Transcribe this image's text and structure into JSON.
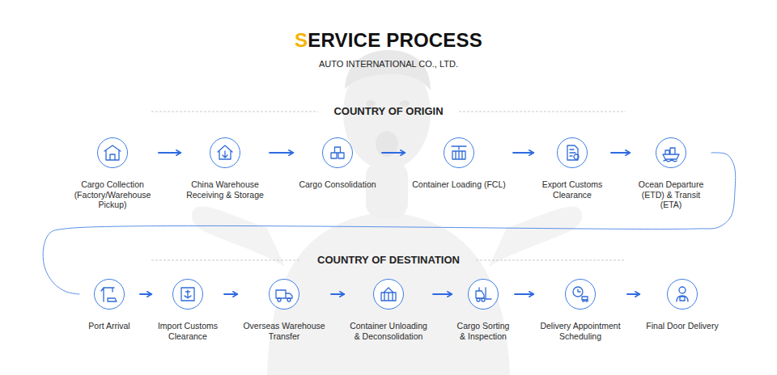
{
  "diagram": {
    "title": "SERVICE PROCESS",
    "nodes": [
      {
        "text": [
          "Cargo Collection (Factory/Warehouse Pickup)"
        ]
      },
      {
        "text": [
          "China Warehouse Receiving & Storage"
        ]
      },
      {
        "text": [
          "Cargo Consolidation"
        ]
      },
      {
        "text": [
          "Container Loading (FCL)"
        ]
      },
      {
        "text": [
          "Export Customs Clearance"
        ]
      },
      {
        "text": [
          "Ocean Departure (ETD) & Transit (ETA)"
        ]
      },
      {
        "text": [
          "Port Arrival"
        ]
      },
      {
        "text": [
          "Import Customs Clearance"
        ]
      },
      {
        "text": [
          "Overseas Warehouse Transfer"
        ]
      },
      {
        "text": [
          "Container Unloading & Deconsolidation"
        ]
      },
      {
        "text": [
          "Cargo Sorting & Inspection"
        ]
      },
      {
        "text": [
          "Delivery Appointment Scheduling"
        ]
      },
      {
        "text": [
          "Final Door Delivery"
        ]
      }
    ],
    "edges": [
      {
        "from": 0,
        "to": 1,
        "arrow": "to"
      },
      {
        "from": 1,
        "to": 2,
        "arrow": "to"
      },
      {
        "from": 2,
        "to": 3,
        "arrow": "to"
      },
      {
        "from": 3,
        "to": 4,
        "arrow": "to"
      },
      {
        "from": 4,
        "to": 5,
        "arrow": "to"
      },
      {
        "from": 5,
        "to": 6,
        "arrow": "none"
      },
      {
        "from": 6,
        "to": 7,
        "arrow": "to"
      },
      {
        "from": 7,
        "to": 8,
        "arrow": "to"
      },
      {
        "from": 8,
        "to": 9,
        "arrow": "to"
      },
      {
        "from": 9,
        "to": 10,
        "arrow": "to"
      },
      {
        "from": 10,
        "to": 11,
        "arrow": "to"
      },
      {
        "from": 11,
        "to": 12,
        "arrow": "to"
      }
    ],
    "labels": [
      "AUTO INTERNATIONAL CO., LTD.",
      "COUNTRY OF ORIGIN",
      "COUNTRY OF DESTINATION"
    ]
  }
}
